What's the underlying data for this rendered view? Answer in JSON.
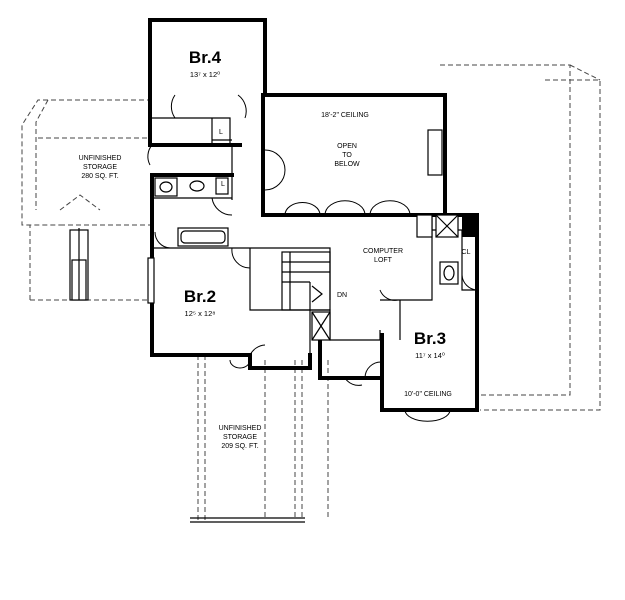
{
  "rooms": {
    "br4": {
      "name": "Br.4",
      "dims": "13⁷ x 12⁰"
    },
    "br2": {
      "name": "Br.2",
      "dims": "12⁵ x 12⁸"
    },
    "br3": {
      "name": "Br.3",
      "dims": "11⁷ x 14⁰"
    }
  },
  "labels": {
    "ceiling_18": "18'-2\" CEILING",
    "open_1": "OPEN",
    "open_2": "TO",
    "open_3": "BELOW",
    "computer_1": "COMPUTER",
    "computer_2": "LOFT",
    "ceiling_10": "10'-0\" CEILING",
    "dn": "DN",
    "storage_left_1": "UNFINISHED",
    "storage_left_2": "STORAGE",
    "storage_left_3": "280 SQ. FT.",
    "storage_bottom_1": "UNFINISHED",
    "storage_bottom_2": "STORAGE",
    "storage_bottom_3": "209 SQ. FT.",
    "linen_l": "L",
    "closet_l": "L",
    "closet_cl": "CL"
  }
}
